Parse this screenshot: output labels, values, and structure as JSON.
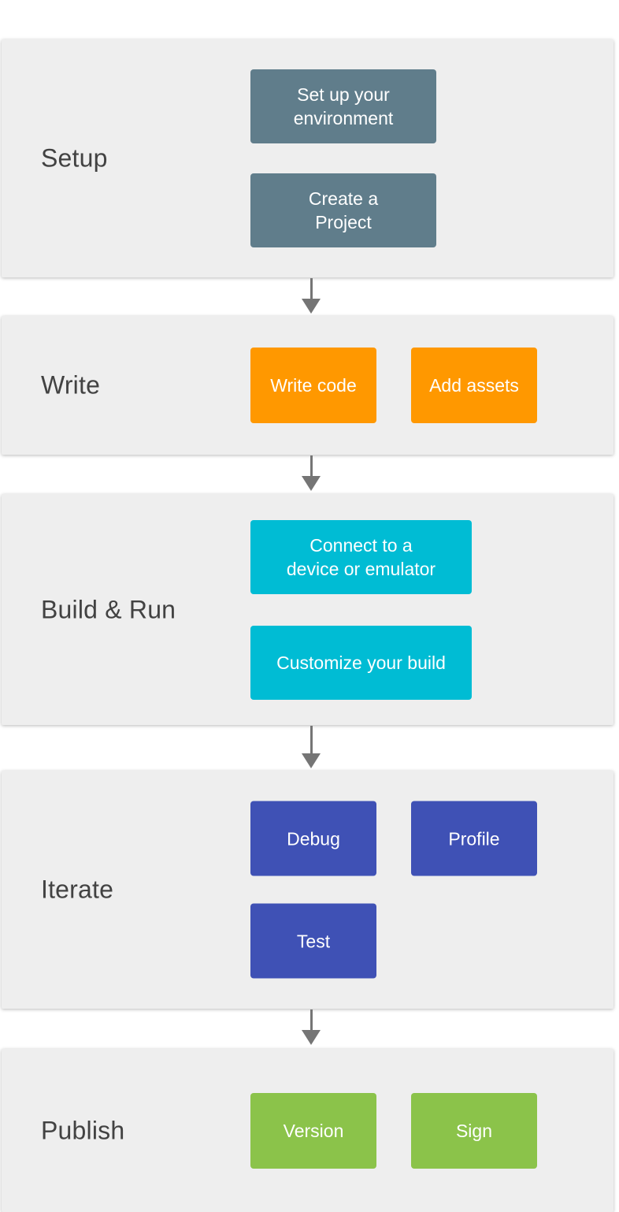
{
  "page": {
    "background_color": "#ffffff"
  },
  "diagram": {
    "panel_color": "#eeeeee",
    "label_color": "#424242",
    "arrow_color": "#757575",
    "button_text_color": "#ffffff",
    "sections": [
      {
        "label": "Setup",
        "color": "#607d8b",
        "buttons": [
          "Set up your\nenvironment",
          "Create a\nProject"
        ]
      },
      {
        "label": "Write",
        "color": "#ff9800",
        "buttons": [
          "Write code",
          "Add assets"
        ]
      },
      {
        "label": "Build & Run",
        "color": "#00bcd4",
        "buttons": [
          "Connect to a\ndevice or emulator",
          "Customize your build"
        ]
      },
      {
        "label": "Iterate",
        "color": "#3f51b5",
        "buttons": [
          "Debug",
          "Profile",
          "Test"
        ]
      },
      {
        "label": "Publish",
        "color": "#8bc34a",
        "buttons": [
          "Version",
          "Sign"
        ]
      }
    ]
  }
}
